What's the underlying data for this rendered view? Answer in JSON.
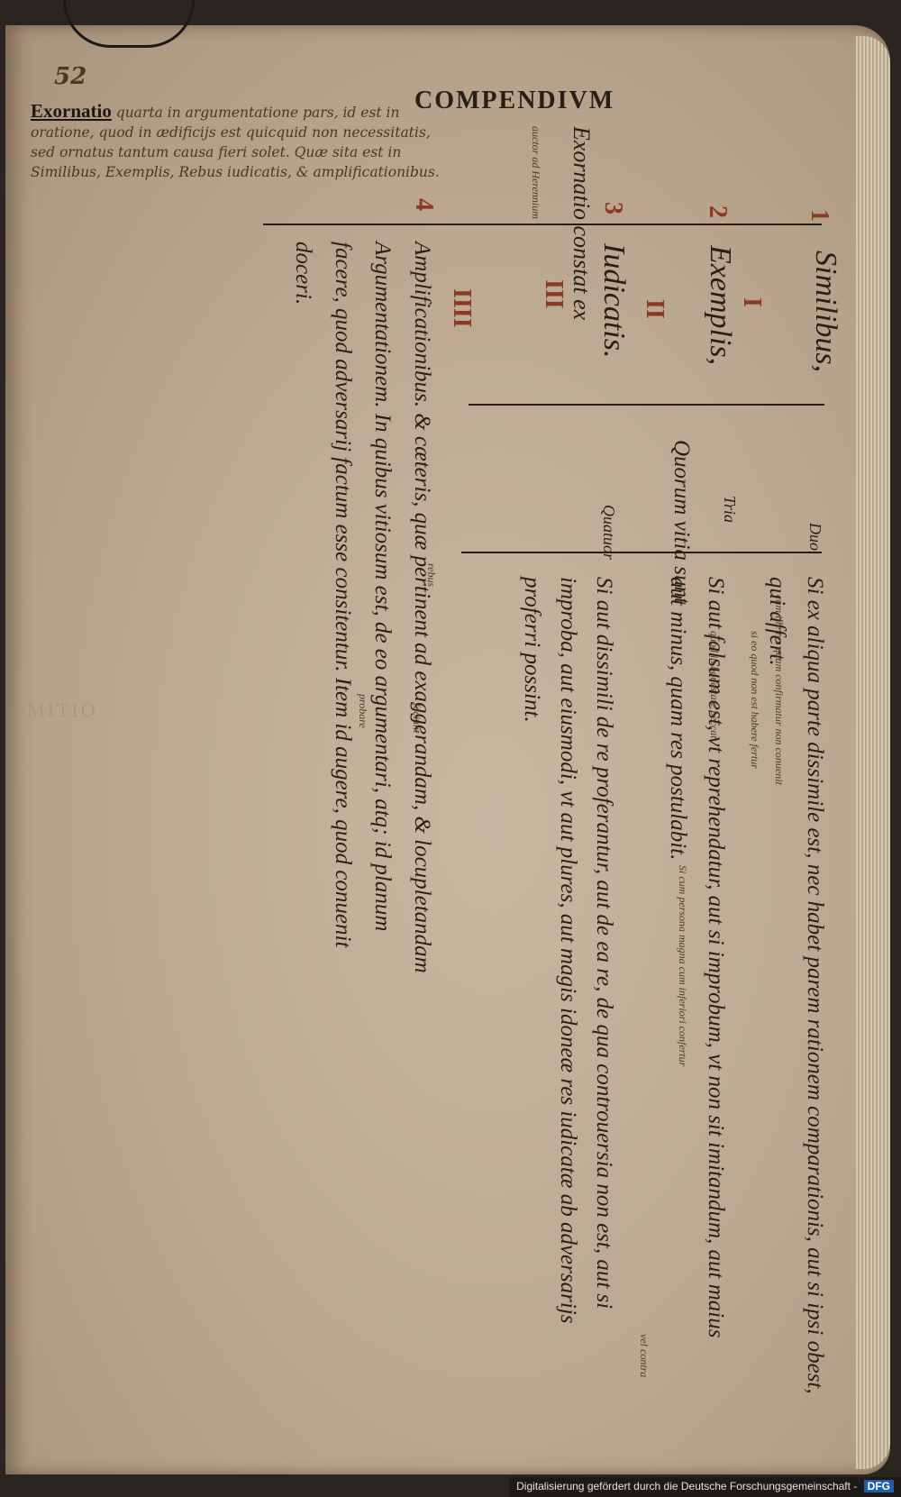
{
  "page_number": "52",
  "header_title": "COMPENDIVM",
  "margin_note": {
    "lemma": "Exornatio",
    "text": "quarta in argumentatione pars, id est in oratione, quod in ædificijs est quicquid non necessitatis, sed ornatus tantum causa fieri solet. Quæ sita est in Similibus, Exemplis, Rebus iudicatis, & amplificationibus."
  },
  "root_label": "Exornatio constat ex",
  "root_gloss": "auctor ad Herennium",
  "branches": [
    {
      "numeral": "I",
      "label": "Similibus,",
      "marker": "1"
    },
    {
      "numeral": "II",
      "label": "Exemplis,",
      "marker": "2"
    },
    {
      "numeral": "III",
      "label": "Iudicatis.",
      "marker": "3"
    },
    {
      "numeral": "IIII",
      "label": "Amplificationibus. & cæteris, quæ pertinent ad exaggerandam, & locupletandam Argumentationem. In quibus vitiosum est, de eo argumentari, atq; id planum facere, quod adversarij factum esse consitentur. Item id augere, quod conuenit doceri.",
      "marker": "4"
    }
  ],
  "vitia_label": "Quorum vitia sunt",
  "sub_labels": {
    "duo": "Duo",
    "tria": "Tria",
    "quatuor": "Quatuor"
  },
  "vitia_similibus": [
    "Si ex aliqua parte dissimile est, nec habet parem rationem comparationis, aut si ipsi obest, qui affert.",
    "Si aut falsum est, vt reprehendatur, aut si improbum, vt non sit imitandum, aut maius aut minus, quam res postulabit."
  ],
  "vitia_iudicatis": [
    "Si aut dissimili de re proferantur, aut de ea re, de qua controuersia non est, aut si improba, aut eiusmodi, vt aut plures, aut magis idoneæ res iudicatæ ab adversarijs proferri possint."
  ],
  "gloss_lines": [
    "cum ille res quam confirmatur non conuenit",
    "si eo quod non est habere fertur",
    "quod in honestate peccat",
    "Si cum persona magna cum inferiori confertur",
    "vel contra",
    "rebus",
    "faciunt",
    "probare"
  ],
  "bleed_through": "MITIO",
  "footer": {
    "text": "Digitalisierung gefördert durch die Deutsche Forschungsgemeinschaft -",
    "badge": "DFG"
  }
}
